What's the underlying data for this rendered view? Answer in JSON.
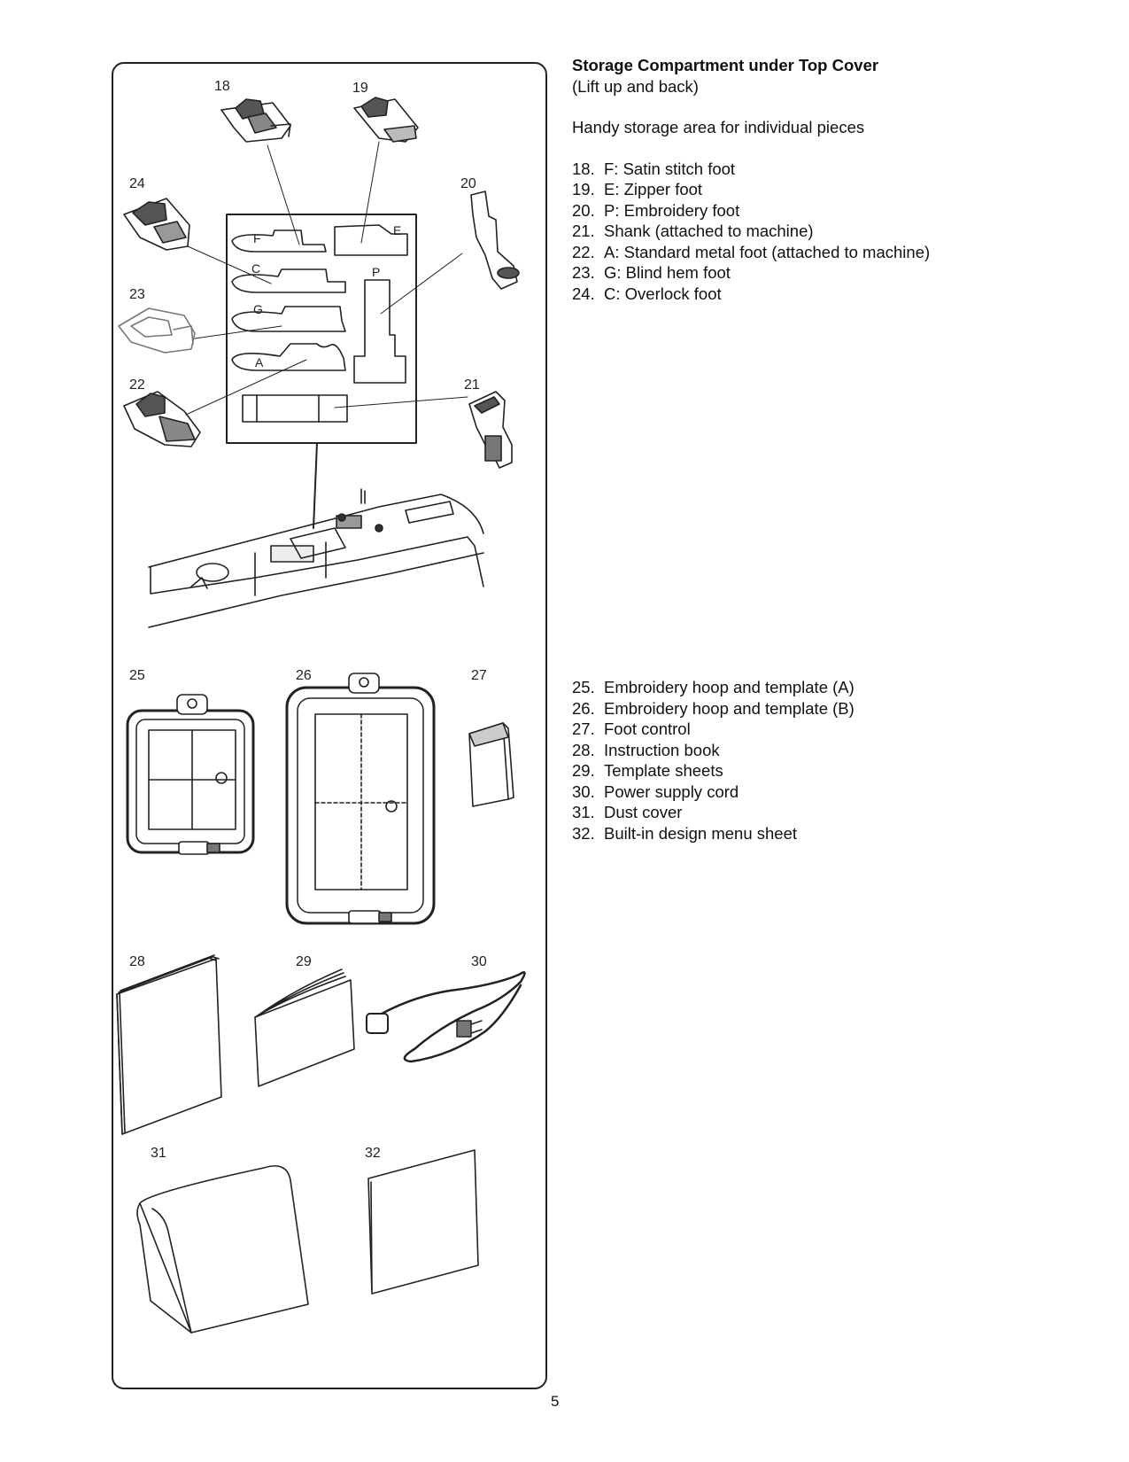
{
  "section1": {
    "title": "Storage Compartment under Top Cover",
    "subtitle": "(Lift up and back)",
    "description": "Handy storage area for individual pieces",
    "items": [
      {
        "num": "18.",
        "text": "F: Satin stitch foot"
      },
      {
        "num": "19.",
        "text": "E: Zipper foot"
      },
      {
        "num": "20.",
        "text": "P: Embroidery foot"
      },
      {
        "num": "21.",
        "text": "Shank (attached to machine)"
      },
      {
        "num": "22.",
        "text": "A: Standard metal foot (attached to machine)"
      },
      {
        "num": "23.",
        "text": "G: Blind hem foot"
      },
      {
        "num": "24.",
        "text": "C: Overlock foot"
      }
    ]
  },
  "section2": {
    "items": [
      {
        "num": "25.",
        "text": "Embroidery hoop and template (A)"
      },
      {
        "num": "26.",
        "text": "Embroidery hoop and template (B)"
      },
      {
        "num": "27.",
        "text": "Foot control"
      },
      {
        "num": "28.",
        "text": "Instruction book"
      },
      {
        "num": "29.",
        "text": "Template sheets"
      },
      {
        "num": "30.",
        "text": "Power supply cord"
      },
      {
        "num": "31.",
        "text": "Dust cover"
      },
      {
        "num": "32.",
        "text": "Built-in design menu sheet"
      }
    ]
  },
  "figure": {
    "labels": {
      "n18": "18",
      "n19": "19",
      "n20": "20",
      "n21": "21",
      "n22": "22",
      "n23": "23",
      "n24": "24",
      "n25": "25",
      "n26": "26",
      "n27": "27",
      "n28": "28",
      "n29": "29",
      "n30": "30",
      "n31": "31",
      "n32": "32"
    },
    "slots": {
      "F": "F",
      "E": "E",
      "C": "C",
      "P": "P",
      "G": "G",
      "A": "A"
    }
  },
  "page_number": "5"
}
